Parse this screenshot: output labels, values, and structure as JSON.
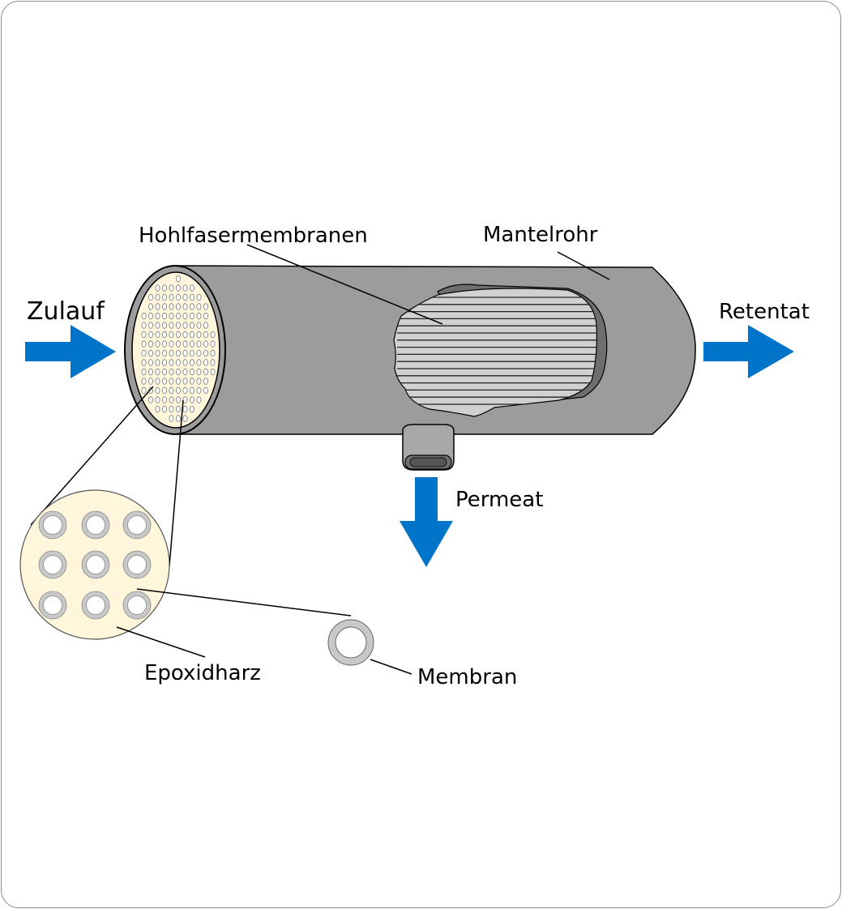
{
  "diagram": {
    "title": "Hohlfasermodul (hollow fiber membrane module)",
    "labels": {
      "feed": "Zulauf",
      "retentate": "Retentat",
      "permeate": "Permeat",
      "fibers": "Hohlfasermembranen",
      "shell": "Mantelrohr",
      "epoxy": "Epoxidharz",
      "membrane": "Membran"
    },
    "flows": [
      {
        "name": "feed",
        "direction": "right"
      },
      {
        "name": "retentate",
        "direction": "right"
      },
      {
        "name": "permeate",
        "direction": "down"
      }
    ],
    "detail_view": {
      "fiber_grid_rows": 3,
      "fiber_grid_cols": 3
    },
    "colors": {
      "arrow": "#0074c8",
      "shell": "#9c9c9c",
      "shell_dark": "#6e6e6e",
      "fibers": "#d0d0d0",
      "epoxy": "#fff6dc",
      "membrane_ring": "#c8c8c8",
      "frame_border": "#8c8c8c"
    }
  }
}
